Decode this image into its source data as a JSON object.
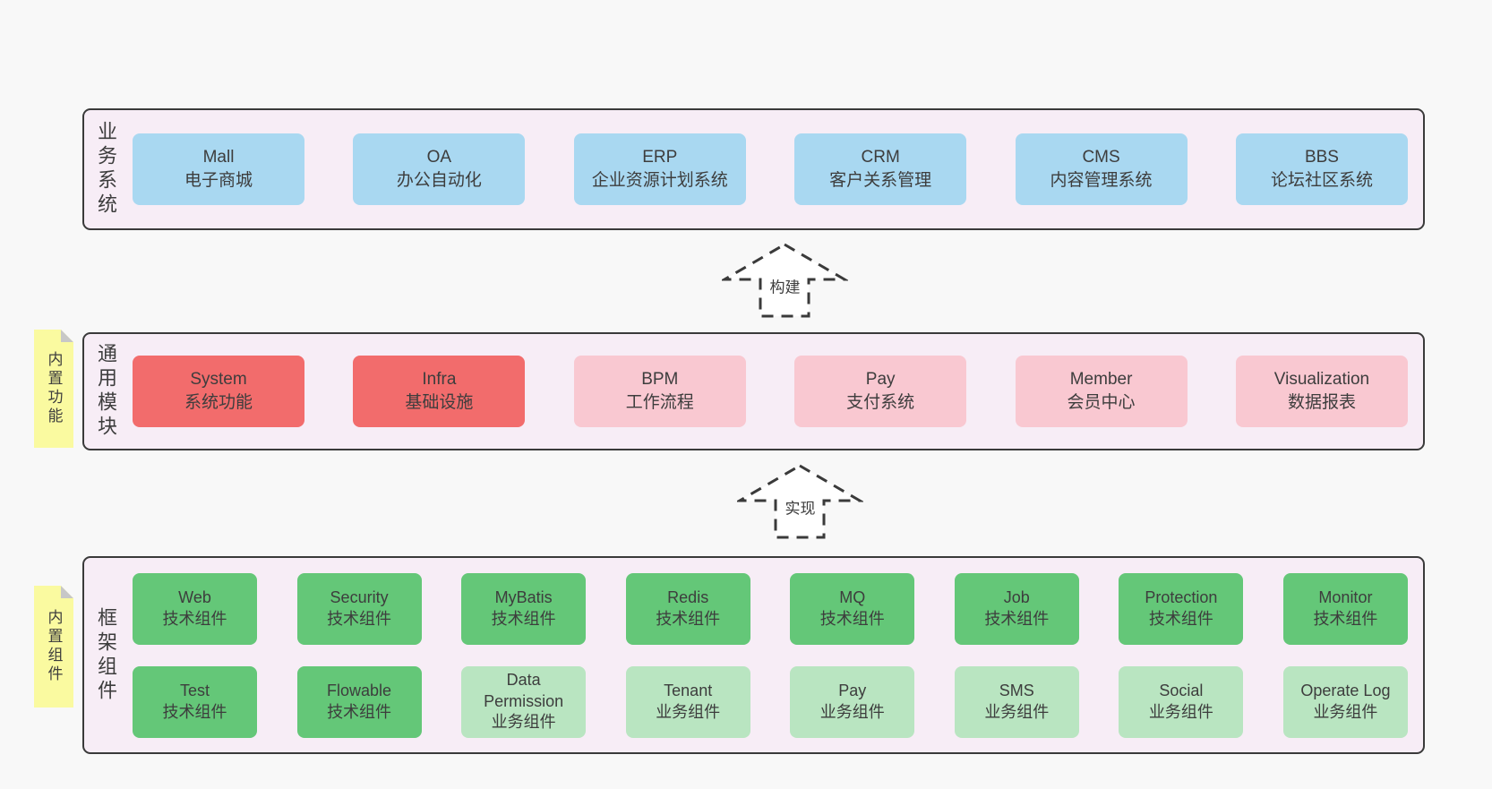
{
  "diagram": {
    "background": "#f8f8f8",
    "container_fill": "#f7edf6",
    "border_color": "#3a3a3a",
    "text_color": "#3d3d3d"
  },
  "colors": {
    "blue": "#a9d8f1",
    "red": "#f26c6c",
    "pink": "#f9c8d1",
    "green": "#64c778",
    "green_light": "#b9e5c1",
    "note_yellow": "#fafaa0"
  },
  "arrows": [
    {
      "label": "构建"
    },
    {
      "label": "实现"
    }
  ],
  "layers": [
    {
      "label": "业务系统",
      "note": null,
      "rows": [
        [
          {
            "title": "Mall",
            "subtitle": "电子商城",
            "color": "blue"
          },
          {
            "title": "OA",
            "subtitle": "办公自动化",
            "color": "blue"
          },
          {
            "title": "ERP",
            "subtitle": "企业资源计划系统",
            "color": "blue"
          },
          {
            "title": "CRM",
            "subtitle": "客户关系管理",
            "color": "blue"
          },
          {
            "title": "CMS",
            "subtitle": "内容管理系统",
            "color": "blue"
          },
          {
            "title": "BBS",
            "subtitle": "论坛社区系统",
            "color": "blue"
          }
        ]
      ]
    },
    {
      "label": "通用模块",
      "note": "内置功能",
      "rows": [
        [
          {
            "title": "System",
            "subtitle": "系统功能",
            "color": "red"
          },
          {
            "title": "Infra",
            "subtitle": "基础设施",
            "color": "red"
          },
          {
            "title": "BPM",
            "subtitle": "工作流程",
            "color": "pink"
          },
          {
            "title": "Pay",
            "subtitle": "支付系统",
            "color": "pink"
          },
          {
            "title": "Member",
            "subtitle": "会员中心",
            "color": "pink"
          },
          {
            "title": "Visualization",
            "subtitle": "数据报表",
            "color": "pink"
          }
        ]
      ]
    },
    {
      "label": "框架组件",
      "note": "内置组件",
      "rows": [
        [
          {
            "title": "Web",
            "subtitle": "技术组件",
            "color": "green"
          },
          {
            "title": "Security",
            "subtitle": "技术组件",
            "color": "green"
          },
          {
            "title": "MyBatis",
            "subtitle": "技术组件",
            "color": "green"
          },
          {
            "title": "Redis",
            "subtitle": "技术组件",
            "color": "green"
          },
          {
            "title": "MQ",
            "subtitle": "技术组件",
            "color": "green"
          },
          {
            "title": "Job",
            "subtitle": "技术组件",
            "color": "green"
          },
          {
            "title": "Protection",
            "subtitle": "技术组件",
            "color": "green"
          },
          {
            "title": "Monitor",
            "subtitle": "技术组件",
            "color": "green"
          }
        ],
        [
          {
            "title": "Test",
            "subtitle": "技术组件",
            "color": "green"
          },
          {
            "title": "Flowable",
            "subtitle": "技术组件",
            "color": "green"
          },
          {
            "title": "Data Permission",
            "subtitle": "业务组件",
            "color": "green_light"
          },
          {
            "title": "Tenant",
            "subtitle": "业务组件",
            "color": "green_light"
          },
          {
            "title": "Pay",
            "subtitle": "业务组件",
            "color": "green_light"
          },
          {
            "title": "SMS",
            "subtitle": "业务组件",
            "color": "green_light"
          },
          {
            "title": "Social",
            "subtitle": "业务组件",
            "color": "green_light"
          },
          {
            "title": "Operate Log",
            "subtitle": "业务组件",
            "color": "green_light"
          }
        ]
      ]
    }
  ]
}
